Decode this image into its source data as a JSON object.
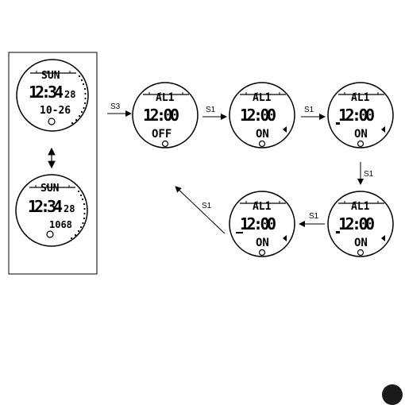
{
  "panel": {
    "watch_top": {
      "day": "SUN",
      "time": "12:34",
      "seconds": "28",
      "date": "10-26"
    },
    "watch_bottom": {
      "day": "SUN",
      "time": "12:34",
      "seconds": "28",
      "value": "1068"
    }
  },
  "watches": [
    {
      "title": "AL1",
      "time": "12:00",
      "status": "OFF"
    },
    {
      "title": "AL1",
      "time": "12:00",
      "status": "ON"
    },
    {
      "title": "AL1",
      "time": "12:00",
      "status": "ON"
    },
    {
      "title": "AL1",
      "time": "12:00",
      "status": "ON"
    },
    {
      "title": "AL1",
      "time": "12:00",
      "status": "ON"
    }
  ],
  "arrows": {
    "s3": "S3",
    "s1_a": "S1",
    "s1_b": "S1",
    "s1_c": "S1",
    "s1_d": "S1",
    "s1_e": "S1"
  }
}
